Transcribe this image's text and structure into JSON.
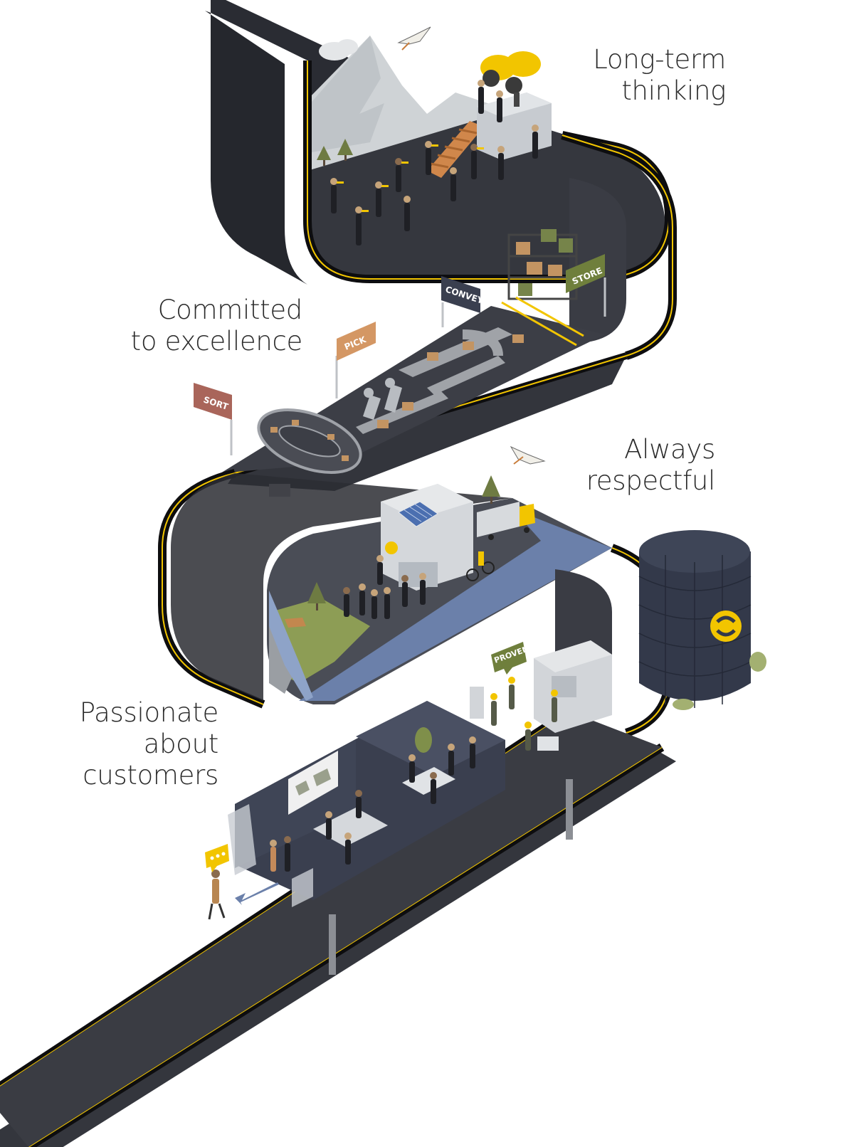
{
  "values": [
    {
      "lines": [
        "Long-term",
        "thinking"
      ]
    },
    {
      "lines": [
        "Committed",
        "to excellence"
      ]
    },
    {
      "lines": [
        "Always",
        "respectful"
      ]
    },
    {
      "lines": [
        "Passionate",
        "about",
        "customers"
      ]
    }
  ],
  "signs": {
    "sort": "SORT",
    "pick": "PICK",
    "convey": "CONVEY",
    "store": "STORE",
    "proven": "PROVEN"
  },
  "colors": {
    "belt": "#2f3138",
    "belt_side": "#3d4049",
    "edge": "#0d0d0f",
    "stripe": "#f2c500",
    "river": "#6b80aa",
    "grass": "#8d9d55",
    "mountain": "#cfd3d6",
    "sign_sort": "#a9655a",
    "sign_pick": "#d49764",
    "sign_convey": "#3a3f4f",
    "sign_store": "#6f7f3c",
    "tank": "#33394a",
    "logo": "#f2c500"
  },
  "icons": [
    "binoculars-icon",
    "bird-icon",
    "tree-icon",
    "cloud-icon",
    "solar-panel-icon",
    "truck-icon",
    "tank-logo-icon",
    "rating-bubble-icon",
    "world-map-icon"
  ]
}
